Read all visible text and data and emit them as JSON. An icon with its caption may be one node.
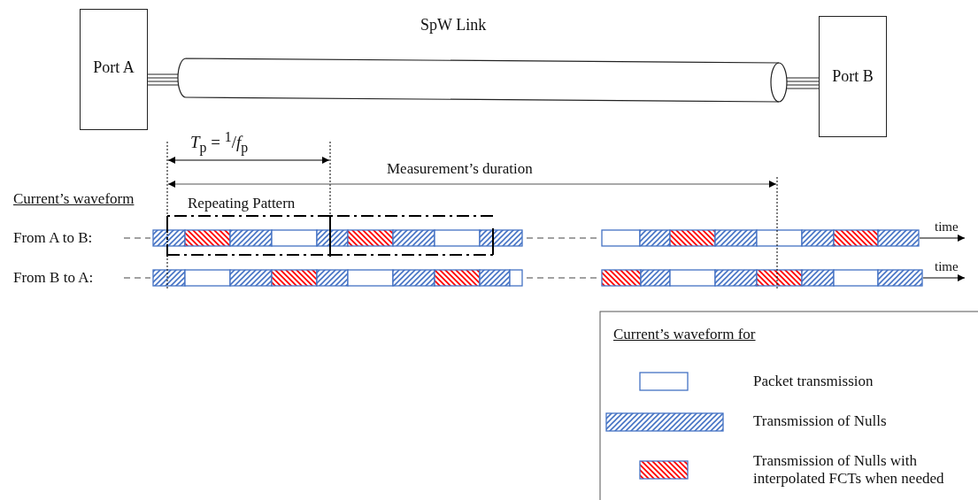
{
  "diagram": {
    "nodes": [
      {
        "text": [
          "Port A"
        ]
      },
      {
        "text": [
          "Port B"
        ]
      },
      {
        "text": [
          "SpW Link"
        ]
      }
    ],
    "edges": [
      {
        "from": 0,
        "to": 2,
        "arrow": "none"
      },
      {
        "from": 2,
        "to": 1,
        "arrow": "none"
      }
    ],
    "labels": [
      "*T*$_{p}$ = $^{1}$/*f*$_{p}$",
      "Measurement’s duration",
      "Current’s waveform",
      "Repeating Pattern",
      "From A  to B:",
      "From B to A:",
      "time",
      "time",
      "Current’s waveform for"
    ],
    "legend": [
      {
        "text": "Packet transmission"
      },
      {
        "text": "Transmission of Nulls"
      },
      {
        "text": "Transmission of Nulls with interpolated FCTs when needed"
      }
    ]
  }
}
